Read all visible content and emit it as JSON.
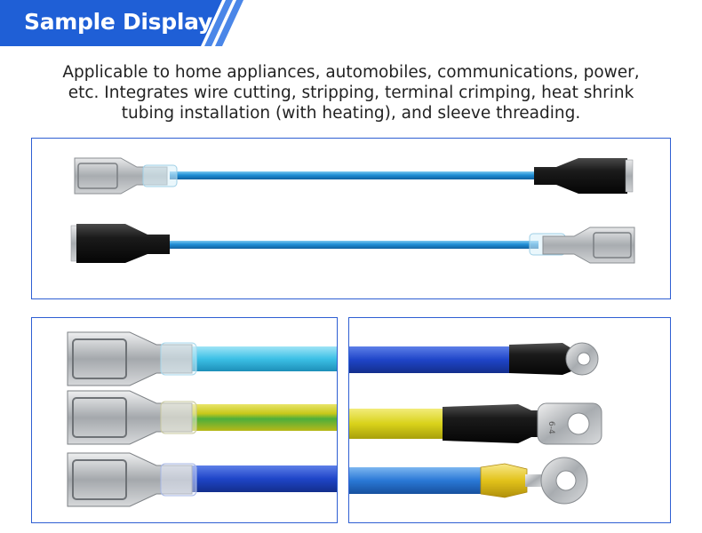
{
  "header": {
    "title": "Sample Display",
    "accent_color": "#1f5fd6",
    "stripe_color": "#4a86e8"
  },
  "description": {
    "lines": [
      "Applicable to home appliances, automobiles, communications, power,",
      "etc. Integrates wire cutting, stripping, terminal crimping, heat shrink",
      "tubing installation (with heating), and sleeve threading."
    ]
  },
  "panels": [
    {
      "subject": "two blue wires with female spade terminals, one end black heat-shrink, other end clear sleeve"
    },
    {
      "subject": "three female spade terminals on cyan, yellow-green and blue wires with clear sleeves"
    },
    {
      "subject": "three ring terminals on blue, yellow and blue wires with black shrink tubing and yellow insulated sleeve"
    }
  ],
  "ring_stamp": "6-4",
  "colors": {
    "panel_border": "#2f5fd3",
    "wire_blue": "#1f8fd6",
    "wire_cyan": "#3cc0e6",
    "wire_royal": "#1f45c8",
    "wire_yellow": "#d9d21a",
    "shrink_black": "#1b1b1b",
    "metal": "#b9bcc0"
  }
}
